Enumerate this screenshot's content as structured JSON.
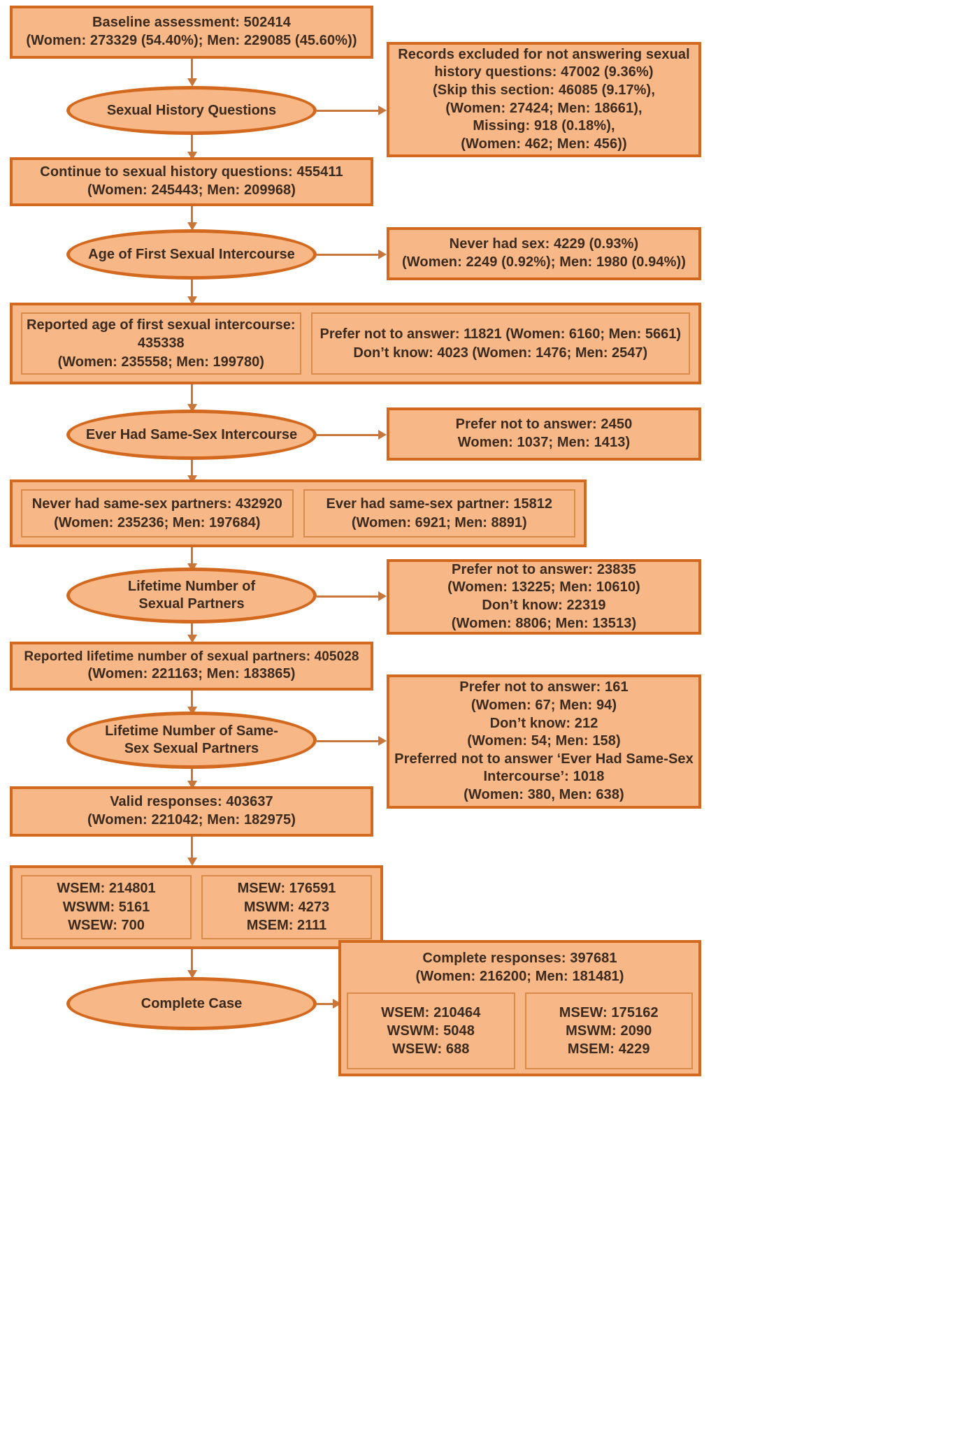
{
  "colors": {
    "fill": "#f7b787",
    "border": "#d2691e",
    "connector": "#c8763a",
    "text": "#3b2a1d"
  },
  "diagram": {
    "title": "Sexual history questions participant flow",
    "type": "flowchart"
  },
  "nodes": {
    "baseline": {
      "shape": "box",
      "lines": [
        "Baseline assessment: 502414",
        "(Women: 273329 (54.40%); Men: 229085 (45.60%))"
      ]
    },
    "q_sexual_history": {
      "shape": "ellipse",
      "lines": [
        "Sexual History Questions"
      ]
    },
    "excluded_no_answer": {
      "shape": "box",
      "lines": [
        "Records excluded for not answering sexual",
        "history questions: 47002 (9.36%)",
        "(Skip this section: 46085 (9.17%),",
        "(Women: 27424; Men: 18661),",
        "Missing: 918 (0.18%),",
        "(Women: 462; Men: 456))"
      ]
    },
    "continue_sexual_history": {
      "shape": "box",
      "lines": [
        "Continue to sexual history questions: 455411",
        "(Women: 245443; Men: 209968)"
      ]
    },
    "q_age_first": {
      "shape": "ellipse",
      "lines": [
        "Age of First Sexual Intercourse"
      ]
    },
    "never_had_sex": {
      "shape": "box",
      "lines": [
        "Never had sex: 4229 (0.93%)",
        "(Women: 2249 (0.92%); Men: 1980 (0.94%))"
      ]
    },
    "reported_age_group": {
      "shape": "group",
      "left": {
        "lines": [
          "Reported age of first sexual intercourse:",
          "435338",
          "(Women: 235558; Men: 199780)"
        ]
      },
      "right": {
        "lines": [
          "Prefer not to answer: 11821 (Women: 6160; Men: 5661)",
          "Don’t know: 4023 (Women: 1476; Men: 2547)"
        ]
      }
    },
    "q_ever_same_sex": {
      "shape": "ellipse",
      "lines": [
        "Ever Had Same-Sex Intercourse"
      ]
    },
    "prefer_not_same_sex": {
      "shape": "box",
      "lines": [
        "Prefer not to answer: 2450",
        "Women: 1037; Men: 1413)"
      ]
    },
    "same_sex_group": {
      "shape": "group",
      "left": {
        "lines": [
          "Never had same-sex partners: 432920",
          "(Women: 235236; Men: 197684)"
        ]
      },
      "right": {
        "lines": [
          "Ever had same-sex partner: 15812",
          "(Women: 6921; Men: 8891)"
        ]
      }
    },
    "q_lifetime_partners": {
      "shape": "ellipse",
      "lines": [
        "Lifetime Number of",
        "Sexual Partners"
      ]
    },
    "lifetime_excluded": {
      "shape": "box",
      "lines": [
        "Prefer not to answer: 23835",
        "(Women: 13225; Men: 10610)",
        "Don’t know: 22319",
        "(Women: 8806; Men: 13513)"
      ]
    },
    "reported_lifetime": {
      "shape": "box",
      "lines": [
        "Reported lifetime number of sexual partners: 405028",
        "(Women: 221163; Men: 183865)"
      ]
    },
    "q_lifetime_same_sex": {
      "shape": "ellipse",
      "lines": [
        "Lifetime Number of Same-",
        "Sex Sexual Partners"
      ]
    },
    "lifetime_same_sex_excluded": {
      "shape": "box",
      "lines": [
        "Prefer not to answer: 161",
        "(Women: 67; Men: 94)",
        "Don’t know: 212",
        "(Women: 54; Men: 158)",
        "Preferred not to answer ‘Ever Had Same-Sex",
        "Intercourse’: 1018",
        "(Women: 380, Men: 638)"
      ]
    },
    "valid_responses": {
      "shape": "box",
      "lines": [
        "Valid responses: 403637",
        "(Women: 221042; Men: 182975)"
      ]
    },
    "valid_breakdown_group": {
      "shape": "group",
      "left": {
        "lines": [
          "WSEM: 214801",
          "WSWM: 5161",
          "WSEW: 700"
        ]
      },
      "right": {
        "lines": [
          "MSEW: 176591",
          "MSWM: 4273",
          "MSEM: 2111"
        ]
      }
    },
    "q_complete_case": {
      "shape": "ellipse",
      "lines": [
        "Complete Case"
      ]
    },
    "complete_responses": {
      "shape": "group-vertical",
      "header": [
        "Complete responses: 397681",
        "(Women: 216200; Men: 181481)"
      ],
      "left": {
        "lines": [
          "WSEM: 210464",
          "WSWM: 5048",
          "WSEW: 688"
        ]
      },
      "right": {
        "lines": [
          "MSEW: 175162",
          "MSWM: 2090",
          "MSEM: 4229"
        ]
      }
    }
  }
}
